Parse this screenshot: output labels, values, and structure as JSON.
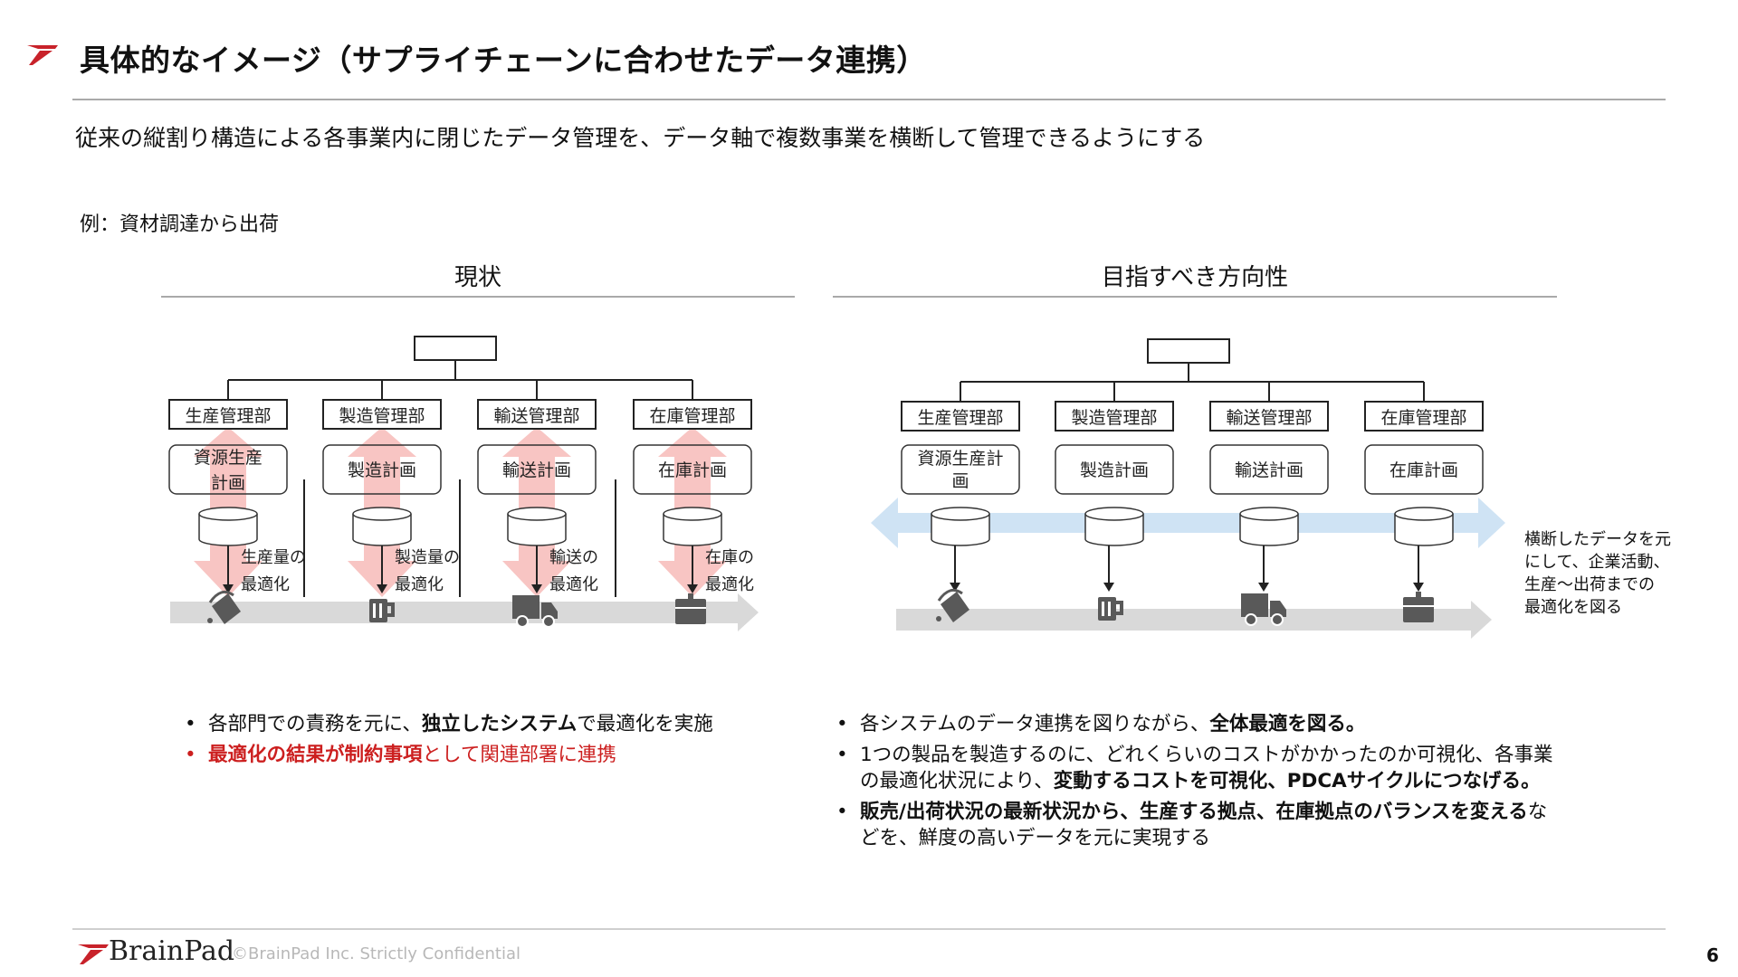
{
  "slide": {
    "title": "具体的なイメージ（サプライチェーンに合わせたデータ連携）",
    "subtitle": "従来の縦割り構造による各事業内に閉じたデータ管理を、データ軸で複数事業を横断して管理できるようにする",
    "example": "例：資材調達から出荷"
  },
  "current": {
    "heading": "現状",
    "departments": [
      {
        "name": "生産管理部",
        "plan_lines": [
          "資源生産",
          "計画"
        ],
        "opt_lines": [
          "生産量の",
          "最適化"
        ],
        "icon": "bucket-icon"
      },
      {
        "name": "製造管理部",
        "plan_lines": [
          "製造計画"
        ],
        "opt_lines": [
          "製造量の",
          "最適化"
        ],
        "icon": "mug-icon"
      },
      {
        "name": "輸送管理部",
        "plan_lines": [
          "輸送計画"
        ],
        "opt_lines": [
          "輸送の",
          "最適化"
        ],
        "icon": "truck-icon"
      },
      {
        "name": "在庫管理部",
        "plan_lines": [
          "在庫計画"
        ],
        "opt_lines": [
          "在庫の",
          "最適化"
        ],
        "icon": "package-icon"
      }
    ],
    "bullets": [
      {
        "bullet": "•",
        "parts": [
          {
            "t": "各部門での責務を元に、",
            "b": false
          },
          {
            "t": "独立したシステム",
            "b": true
          },
          {
            "t": "で最適化を実施",
            "b": false
          }
        ],
        "red": false
      },
      {
        "bullet": "•",
        "parts": [
          {
            "t": "最適化の結果が制約事項",
            "b": true
          },
          {
            "t": "として関連部署に連携",
            "b": false
          }
        ],
        "red": true
      }
    ]
  },
  "target": {
    "heading": "目指すべき方向性",
    "departments": [
      {
        "name": "生産管理部",
        "plan_lines": [
          "資源生産計",
          "画"
        ],
        "icon": "bucket-icon"
      },
      {
        "name": "製造管理部",
        "plan_lines": [
          "製造計画"
        ],
        "icon": "mug-icon"
      },
      {
        "name": "輸送管理部",
        "plan_lines": [
          "輸送計画"
        ],
        "icon": "truck-icon"
      },
      {
        "name": "在庫管理部",
        "plan_lines": [
          "在庫計画"
        ],
        "icon": "package-icon"
      }
    ],
    "side_note_lines": [
      "横断したデータを元",
      "にして、企業活動、",
      "生産～出荷までの",
      "最適化を図る"
    ],
    "bullets": [
      {
        "bullet": "•",
        "parts": [
          {
            "t": "各システムのデータ連携を図りながら、",
            "b": false
          },
          {
            "t": "全体最適を図る。",
            "b": true
          }
        ],
        "red": false
      },
      {
        "bullet": "•",
        "parts": [
          {
            "t": "1つの製品を製造するのに、どれくらいのコストがかかったのか可視化、各事業の最適化状況により、",
            "b": false
          },
          {
            "t": "変動するコストを可視化、PDCAサイクルにつなげる。",
            "b": true
          }
        ],
        "red": false
      },
      {
        "bullet": "•",
        "parts": [
          {
            "t": "販売/出荷状況の最新状況から、生産する拠点、在庫拠点のバランスを変える",
            "b": true
          },
          {
            "t": "などを、鮮度の高いデータを元に実現する",
            "b": false
          }
        ],
        "red": false
      }
    ]
  },
  "footer": {
    "brand": "BrainPad",
    "copyright": "©BrainPad Inc.  Strictly Confidential",
    "page_number": "6"
  },
  "colors": {
    "brand_red": "#c8222a",
    "highlight_red": "#cc1f1f",
    "pink_arrow": "#f8c5c3",
    "blue_arrow": "#cfe3f4",
    "gray_arrow": "#d9d9d9",
    "icon_gray": "#595959"
  }
}
